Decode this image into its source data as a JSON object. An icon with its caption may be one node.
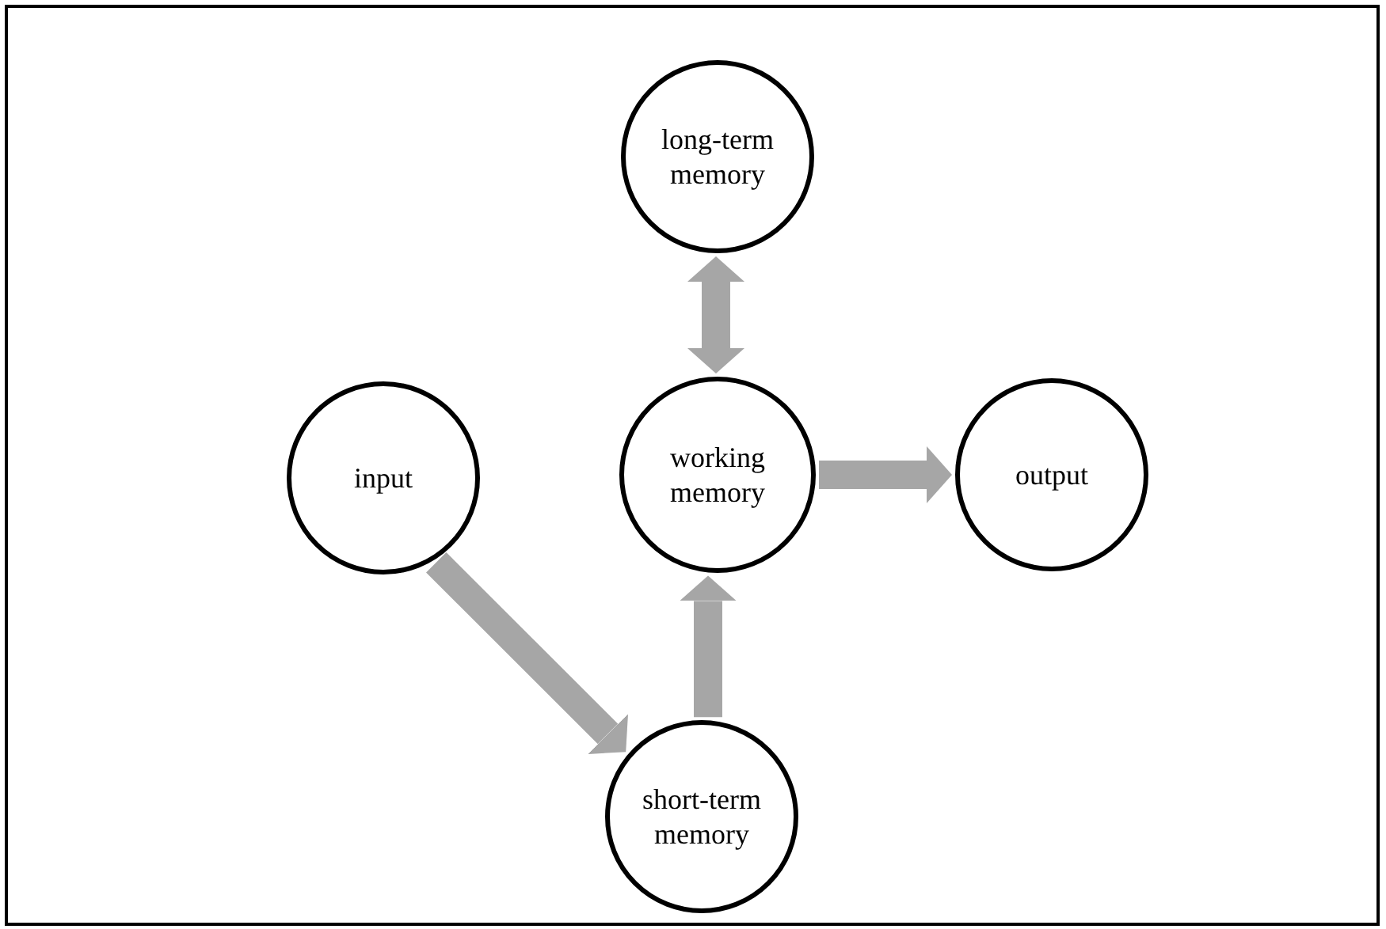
{
  "diagram": {
    "nodes": [
      {
        "text": [
          "long-term memory"
        ]
      },
      {
        "text": [
          "input"
        ]
      },
      {
        "text": [
          "working memory"
        ]
      },
      {
        "text": [
          "output"
        ]
      },
      {
        "text": [
          "short-term memory"
        ]
      }
    ],
    "edges": [
      {
        "from": 0,
        "to": 2,
        "arrow": "both"
      },
      {
        "from": 2,
        "to": 3,
        "arrow": "to"
      },
      {
        "from": 1,
        "to": 4,
        "arrow": "to"
      },
      {
        "from": 4,
        "to": 2,
        "arrow": "to"
      }
    ]
  }
}
